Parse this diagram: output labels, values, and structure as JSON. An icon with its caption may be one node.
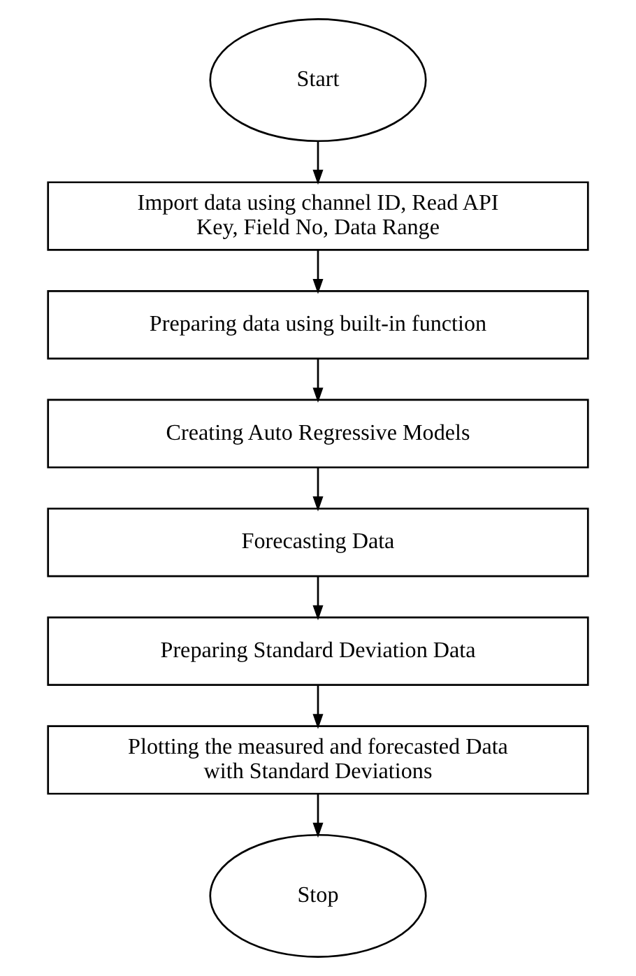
{
  "diagram": {
    "nodes": [
      {
        "text": [
          "Start"
        ]
      },
      {
        "text": [
          "Import data using channel ID, Read API Key, Field No, Data Range"
        ]
      },
      {
        "text": [
          "Preparing data using built-in function"
        ]
      },
      {
        "text": [
          "Creating Auto Regressive Models"
        ]
      },
      {
        "text": [
          "Forecasting Data"
        ]
      },
      {
        "text": [
          "Preparing Standard Deviation Data"
        ]
      },
      {
        "text": [
          "Plotting the measured and forecasted Data with Standard Deviations"
        ]
      },
      {
        "text": [
          "Stop"
        ]
      }
    ],
    "edges": [
      {
        "from": 0,
        "to": 1,
        "arrow": "to"
      },
      {
        "from": 1,
        "to": 2,
        "arrow": "to"
      },
      {
        "from": 2,
        "to": 3,
        "arrow": "to"
      },
      {
        "from": 3,
        "to": 4,
        "arrow": "to"
      },
      {
        "from": 4,
        "to": 5,
        "arrow": "to"
      },
      {
        "from": 5,
        "to": 6,
        "arrow": "to"
      },
      {
        "from": 6,
        "to": 7,
        "arrow": "to"
      }
    ]
  }
}
